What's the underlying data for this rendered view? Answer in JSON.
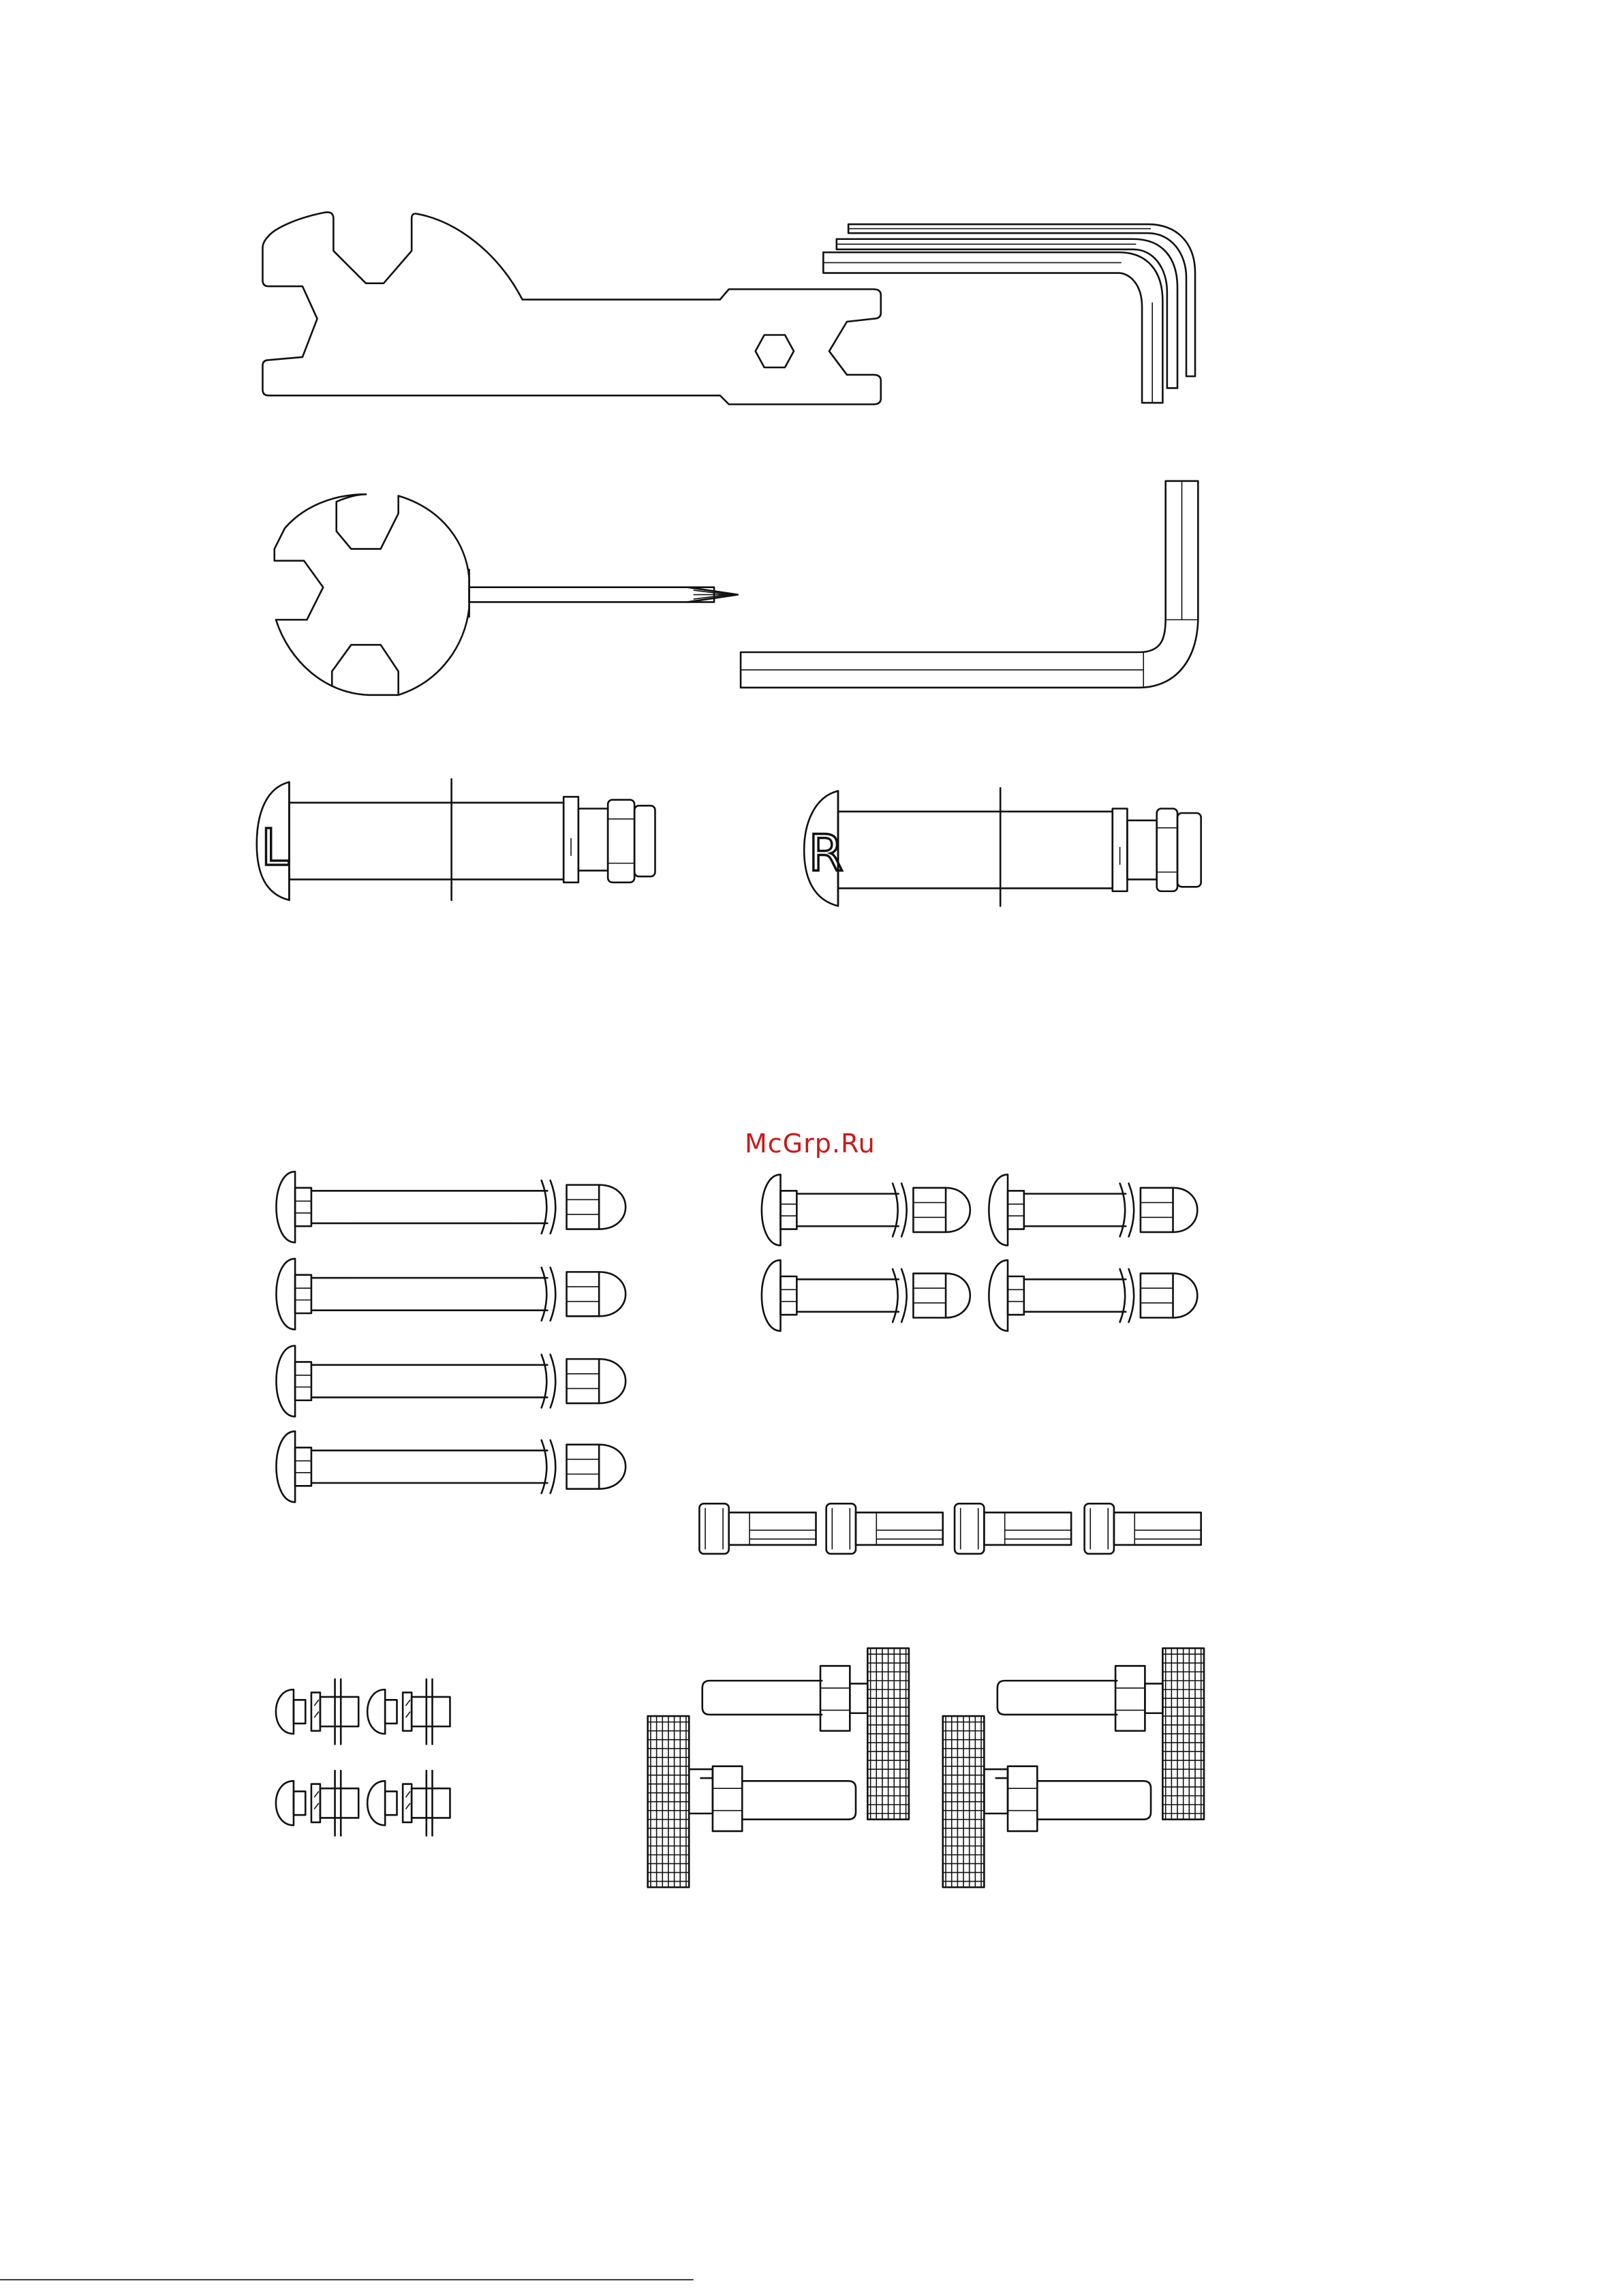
{
  "watermark": {
    "text": "McGrp.Ru",
    "color": "#c91a1a"
  },
  "line_color": "#111111",
  "background": "#ffffff",
  "parts": {
    "axle_left": {
      "label": "L"
    },
    "axle_right": {
      "label": "R"
    },
    "cap_bolts_long": {
      "count": 4
    },
    "cap_bolts_short": {
      "count": 4
    },
    "socket_bolts": {
      "count": 4
    },
    "small_bolts": {
      "count": 4
    },
    "knob_bolt_pairs": {
      "count": 2
    }
  }
}
